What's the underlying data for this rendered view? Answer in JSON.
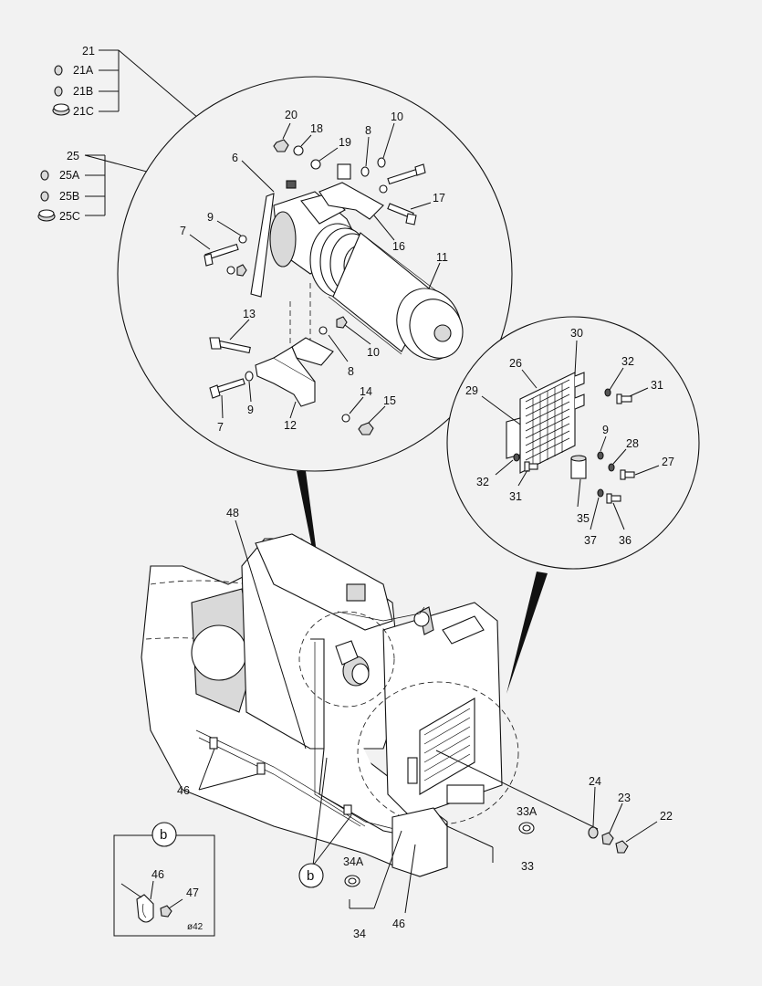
{
  "labels": {
    "l21": "21",
    "l21A": "21A",
    "l21B": "21B",
    "l21C": "21C",
    "l25": "25",
    "l25A": "25A",
    "l25B": "25B",
    "l25C": "25C",
    "l20": "20",
    "l18": "18",
    "l19": "19",
    "l8a": "8",
    "l10a": "10",
    "l6": "6",
    "l17": "17",
    "l9a": "9",
    "l7a": "7",
    "l16": "16",
    "l11": "11",
    "l13": "13",
    "l10b": "10",
    "l8b": "8",
    "l9b": "9",
    "l7b": "7",
    "l12": "12",
    "l14": "14",
    "l15": "15",
    "l30": "30",
    "l26": "26",
    "l32a": "32",
    "l31a": "31",
    "l29": "29",
    "l9c": "9",
    "l28": "28",
    "l27": "27",
    "l32b": "32",
    "l31b": "31",
    "l35": "35",
    "l37": "37",
    "l36": "36",
    "l48": "48",
    "l46a": "46",
    "l24": "24",
    "l23": "23",
    "l22": "22",
    "l33A": "33A",
    "l33": "33",
    "l34A": "34A",
    "l34": "34",
    "l46b": "46",
    "detail_b": "b",
    "detail_b2": "b",
    "l46c": "46",
    "l47": "47",
    "diameter": "ø42"
  },
  "colors": {
    "background": "#f2f2f2",
    "line": "#111111"
  },
  "icons": [
    "nut-icon",
    "washer-icon",
    "bolt-icon",
    "compressor-icon",
    "condenser-icon",
    "engine-icon",
    "clamp-icon"
  ]
}
